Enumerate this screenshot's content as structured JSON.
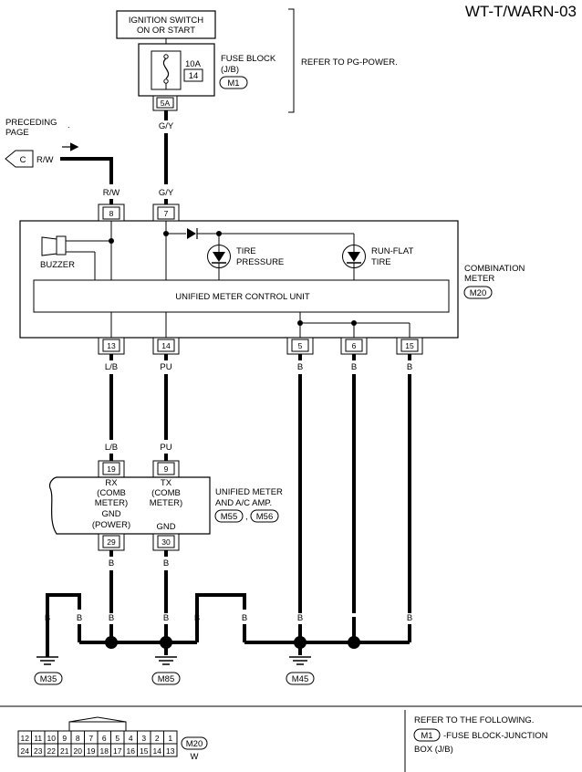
{
  "title": "WT-T/WARN-03",
  "ignition": {
    "line1": "IGNITION SWITCH",
    "line2": "ON OR START"
  },
  "fuse": {
    "amp": "10A",
    "number": "14",
    "label1": "FUSE BLOCK",
    "label2": "(J/B)",
    "connector": "M1",
    "pin": "5A"
  },
  "refer_power": "REFER TO PG-POWER.",
  "preceding": {
    "line1": "PRECEDING",
    "line2": "PAGE",
    "connector": "C"
  },
  "wires": {
    "gy_top": "G/Y",
    "rw_left": "R/W",
    "rw": "R/W",
    "gy": "G/Y",
    "lb_top": "L/B",
    "pu_top": "PU",
    "b5": "B",
    "b6": "B",
    "b15": "B",
    "lb_bot": "L/B",
    "pu_bot": "PU",
    "b29": "B",
    "b30": "B",
    "g1": "B",
    "g2": "B",
    "g3": "B",
    "g4": "B",
    "g5": "B",
    "g6": "B",
    "g7": "B",
    "g8": "B"
  },
  "pins": {
    "p8": "8",
    "p7": "7",
    "p13": "13",
    "p14": "14",
    "p5": "5",
    "p6": "6",
    "p15": "15",
    "p19": "19",
    "p9": "9",
    "p29": "29",
    "p30": "30"
  },
  "meter": {
    "buzzer": "BUZZER",
    "tire1": "TIRE",
    "tire2": "PRESSURE",
    "run1": "RUN-FLAT",
    "run2": "TIRE",
    "unit": "UNIFIED METER CONTROL UNIT",
    "label1": "COMBINATION",
    "label2": "METER",
    "connector": "M20"
  },
  "amp": {
    "rx1": "RX",
    "rx2": "(COMB",
    "rx3": "METER)",
    "gnd1": "GND",
    "gnd2": "(POWER)",
    "tx1": "TX",
    "tx2": "(COMB",
    "tx3": "METER)",
    "gnd3": "GND",
    "label1": "UNIFIED METER",
    "label2": "AND A/C AMP.",
    "conn1": "M55",
    "conn2": "M56",
    "sep": ","
  },
  "grounds": [
    "M35",
    "M85",
    "M45"
  ],
  "connector_view": {
    "row1": [
      "12",
      "11",
      "10",
      "9",
      "8",
      "7",
      "6",
      "5",
      "4",
      "3",
      "2",
      "1"
    ],
    "row2": [
      "24",
      "23",
      "22",
      "21",
      "20",
      "19",
      "18",
      "17",
      "16",
      "15",
      "14",
      "13"
    ],
    "id": "M20",
    "color": "W"
  },
  "refer": {
    "line1": "REFER TO THE FOLLOWING.",
    "conn": "M1",
    "line2": "-FUSE BLOCK-JUNCTION",
    "line3": "BOX (J/B)"
  }
}
